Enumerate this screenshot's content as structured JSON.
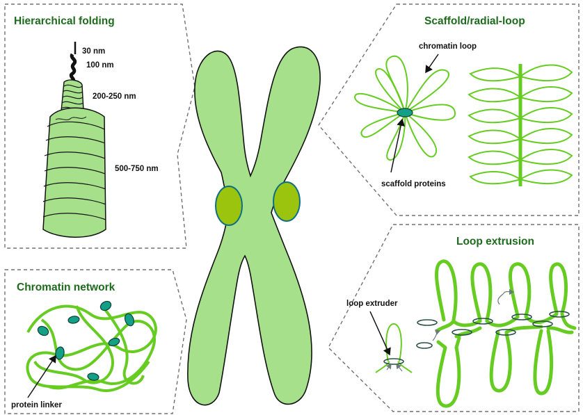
{
  "panels": {
    "hierarchical": {
      "title": "Hierarchical folding",
      "labels": [
        "30 nm",
        "100 nm",
        "200-250 nm",
        "500-750 nm"
      ]
    },
    "scaffold": {
      "title": "Scaffold/radial-loop",
      "loop_label": "chromatin loop",
      "protein_label": "scaffold proteins"
    },
    "network": {
      "title": "Chromatin network",
      "linker_label": "protein linker"
    },
    "extrusion": {
      "title": "Loop extrusion",
      "extruder_label": "loop extruder"
    }
  },
  "colors": {
    "chromatin_fill": "#a6e08a",
    "loop_stroke": "#66cc22",
    "centromere_fill": "#9ac40e",
    "centromere_stroke": "#0c6f86",
    "protein_fill": "#14a087",
    "title_text": "#1e6b1e",
    "frame_stroke": "#707070"
  },
  "icons": [
    "chromosome-icon",
    "hierarchical-fiber-icon",
    "radial-loop-icon",
    "loop-array-icon",
    "network-icon",
    "extrusion-icon"
  ]
}
